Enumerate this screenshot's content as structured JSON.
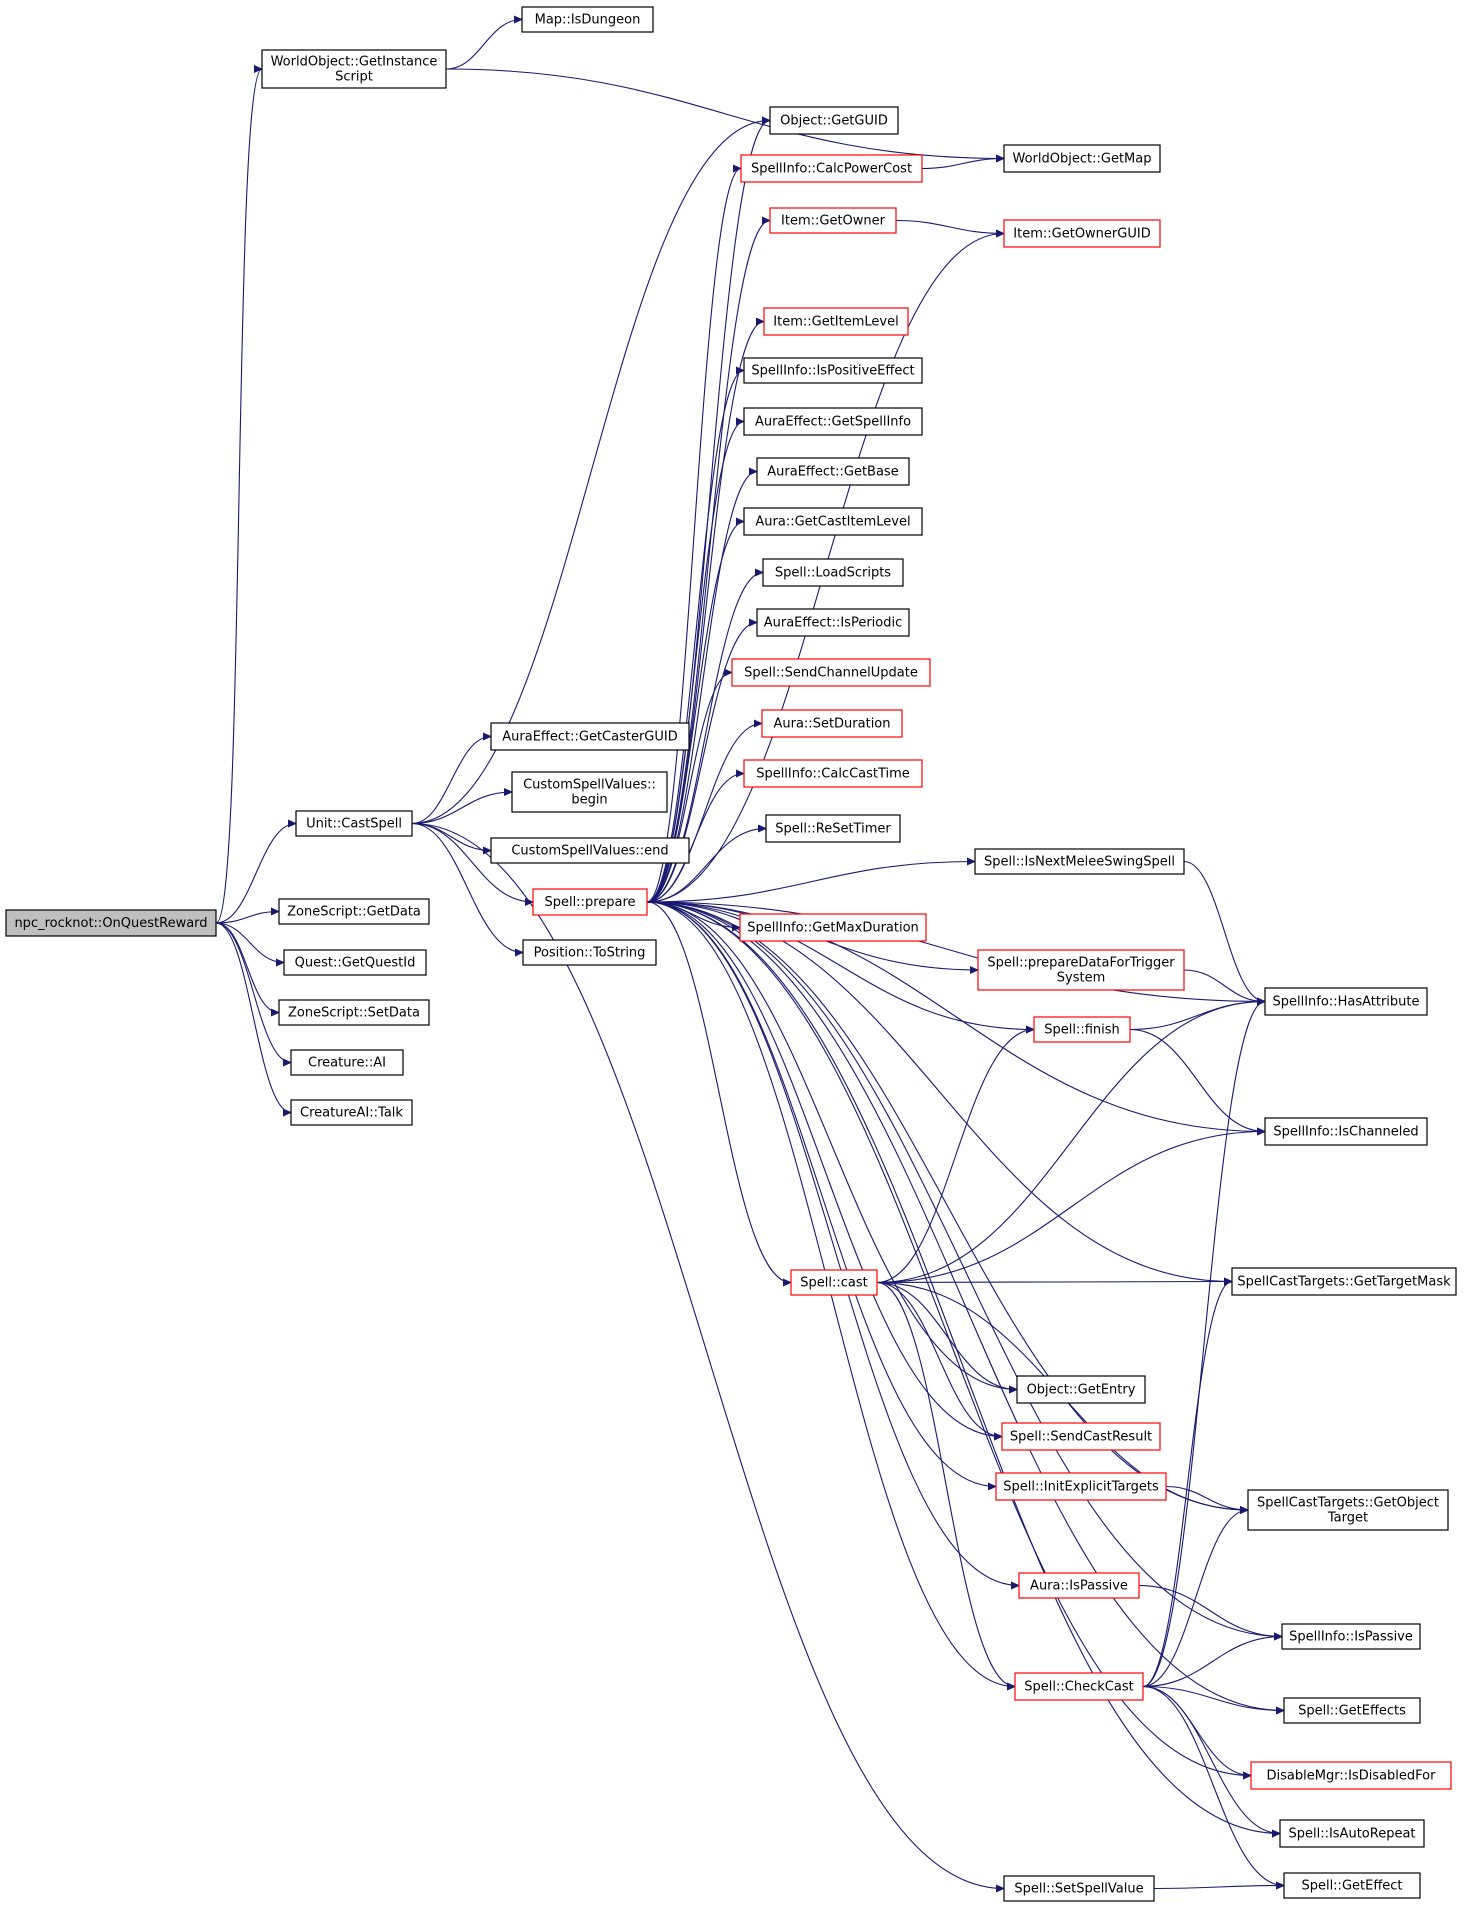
{
  "colors": {
    "edge": "#191970",
    "normal_border": "#000000",
    "truncated_border": "#ff0000",
    "root_fill": "#bfbfbf"
  },
  "nodes": [
    {
      "id": "root",
      "label": [
        "npc_rocknot::OnQuestReward"
      ],
      "style": "root"
    },
    {
      "id": "getinst",
      "label": [
        "WorldObject::GetInstance",
        "Script"
      ],
      "style": "normal"
    },
    {
      "id": "isdungeon",
      "label": [
        "Map::IsDungeon"
      ],
      "style": "normal"
    },
    {
      "id": "getmap",
      "label": [
        "WorldObject::GetMap"
      ],
      "style": "normal"
    },
    {
      "id": "castspell",
      "label": [
        "Unit::CastSpell"
      ],
      "style": "normal"
    },
    {
      "id": "zgetdata",
      "label": [
        "ZoneScript::GetData"
      ],
      "style": "normal"
    },
    {
      "id": "getquestid",
      "label": [
        "Quest::GetQuestId"
      ],
      "style": "normal"
    },
    {
      "id": "zsetdata",
      "label": [
        "ZoneScript::SetData"
      ],
      "style": "normal"
    },
    {
      "id": "creatureai",
      "label": [
        "Creature::AI"
      ],
      "style": "normal"
    },
    {
      "id": "talk",
      "label": [
        "CreatureAI::Talk"
      ],
      "style": "normal"
    },
    {
      "id": "getguid",
      "label": [
        "Object::GetGUID"
      ],
      "style": "normal"
    },
    {
      "id": "calcpower",
      "label": [
        "SpellInfo::CalcPowerCost"
      ],
      "style": "red"
    },
    {
      "id": "getowner",
      "label": [
        "Item::GetOwner"
      ],
      "style": "red"
    },
    {
      "id": "getownerguid",
      "label": [
        "Item::GetOwnerGUID"
      ],
      "style": "red"
    },
    {
      "id": "getitemlevel",
      "label": [
        "Item::GetItemLevel"
      ],
      "style": "red"
    },
    {
      "id": "ispositive",
      "label": [
        "SpellInfo::IsPositiveEffect"
      ],
      "style": "normal"
    },
    {
      "id": "aegetspellinfo",
      "label": [
        "AuraEffect::GetSpellInfo"
      ],
      "style": "normal"
    },
    {
      "id": "aegetbase",
      "label": [
        "AuraEffect::GetBase"
      ],
      "style": "normal"
    },
    {
      "id": "getcastitemlevel",
      "label": [
        "Aura::GetCastItemLevel"
      ],
      "style": "normal"
    },
    {
      "id": "loadscripts",
      "label": [
        "Spell::LoadScripts"
      ],
      "style": "normal"
    },
    {
      "id": "isperiodic",
      "label": [
        "AuraEffect::IsPeriodic"
      ],
      "style": "normal"
    },
    {
      "id": "sendchannel",
      "label": [
        "Spell::SendChannelUpdate"
      ],
      "style": "red"
    },
    {
      "id": "setduration",
      "label": [
        "Aura::SetDuration"
      ],
      "style": "red"
    },
    {
      "id": "calccasttime",
      "label": [
        "SpellInfo::CalcCastTime"
      ],
      "style": "red"
    },
    {
      "id": "resettimer",
      "label": [
        "Spell::ReSetTimer"
      ],
      "style": "normal"
    },
    {
      "id": "getcasterguid",
      "label": [
        "AuraEffect::GetCasterGUID"
      ],
      "style": "normal"
    },
    {
      "id": "csvbegin",
      "label": [
        "CustomSpellValues::",
        "begin"
      ],
      "style": "normal"
    },
    {
      "id": "csvend",
      "label": [
        "CustomSpellValues::end"
      ],
      "style": "normal"
    },
    {
      "id": "prepare",
      "label": [
        "Spell::prepare"
      ],
      "style": "red"
    },
    {
      "id": "tostring",
      "label": [
        "Position::ToString"
      ],
      "style": "normal"
    },
    {
      "id": "isnextmelee",
      "label": [
        "Spell::IsNextMeleeSwingSpell"
      ],
      "style": "normal"
    },
    {
      "id": "getmaxduration",
      "label": [
        "SpellInfo::GetMaxDuration"
      ],
      "style": "red"
    },
    {
      "id": "preparedata",
      "label": [
        "Spell::prepareDataForTrigger",
        "System"
      ],
      "style": "red"
    },
    {
      "id": "hasattribute",
      "label": [
        "SpellInfo::HasAttribute"
      ],
      "style": "normal"
    },
    {
      "id": "finish",
      "label": [
        "Spell::finish"
      ],
      "style": "red"
    },
    {
      "id": "ischanneled",
      "label": [
        "SpellInfo::IsChanneled"
      ],
      "style": "normal"
    },
    {
      "id": "cast",
      "label": [
        "Spell::cast"
      ],
      "style": "red"
    },
    {
      "id": "gettargetmask",
      "label": [
        "SpellCastTargets::GetTargetMask"
      ],
      "style": "normal"
    },
    {
      "id": "getentry",
      "label": [
        "Object::GetEntry"
      ],
      "style": "normal"
    },
    {
      "id": "sendcastresult",
      "label": [
        "Spell::SendCastResult"
      ],
      "style": "red"
    },
    {
      "id": "initexplicit",
      "label": [
        "Spell::InitExplicitTargets"
      ],
      "style": "red"
    },
    {
      "id": "getobjecttarget",
      "label": [
        "SpellCastTargets::GetObject",
        "Target"
      ],
      "style": "normal"
    },
    {
      "id": "aispassive",
      "label": [
        "Aura::IsPassive"
      ],
      "style": "red"
    },
    {
      "id": "siispassive",
      "label": [
        "SpellInfo::IsPassive"
      ],
      "style": "normal"
    },
    {
      "id": "checkcast",
      "label": [
        "Spell::CheckCast"
      ],
      "style": "red"
    },
    {
      "id": "geteffects",
      "label": [
        "Spell::GetEffects"
      ],
      "style": "normal"
    },
    {
      "id": "isdisabledfor",
      "label": [
        "DisableMgr::IsDisabledFor"
      ],
      "style": "red"
    },
    {
      "id": "isautorepeat",
      "label": [
        "Spell::IsAutoRepeat"
      ],
      "style": "normal"
    },
    {
      "id": "setspellvalue",
      "label": [
        "Spell::SetSpellValue"
      ],
      "style": "normal"
    },
    {
      "id": "geteffect",
      "label": [
        "Spell::GetEffect"
      ],
      "style": "normal"
    }
  ],
  "edges": [
    [
      "root",
      "getinst"
    ],
    [
      "root",
      "castspell"
    ],
    [
      "root",
      "zgetdata"
    ],
    [
      "root",
      "getquestid"
    ],
    [
      "root",
      "zsetdata"
    ],
    [
      "root",
      "creatureai"
    ],
    [
      "root",
      "talk"
    ],
    [
      "getinst",
      "isdungeon"
    ],
    [
      "getinst",
      "getmap"
    ],
    [
      "castspell",
      "getguid"
    ],
    [
      "castspell",
      "getcasterguid"
    ],
    [
      "castspell",
      "csvbegin"
    ],
    [
      "castspell",
      "csvend"
    ],
    [
      "castspell",
      "prepare"
    ],
    [
      "castspell",
      "tostring"
    ],
    [
      "castspell",
      "setspellvalue"
    ],
    [
      "calcpower",
      "getmap"
    ],
    [
      "getowner",
      "getownerguid"
    ],
    [
      "prepare",
      "getguid"
    ],
    [
      "prepare",
      "calcpower"
    ],
    [
      "prepare",
      "getowner"
    ],
    [
      "prepare",
      "getownerguid"
    ],
    [
      "prepare",
      "getitemlevel"
    ],
    [
      "prepare",
      "ispositive"
    ],
    [
      "prepare",
      "aegetspellinfo"
    ],
    [
      "prepare",
      "aegetbase"
    ],
    [
      "prepare",
      "getcastitemlevel"
    ],
    [
      "prepare",
      "loadscripts"
    ],
    [
      "prepare",
      "isperiodic"
    ],
    [
      "prepare",
      "sendchannel"
    ],
    [
      "prepare",
      "setduration"
    ],
    [
      "prepare",
      "calccasttime"
    ],
    [
      "prepare",
      "resettimer"
    ],
    [
      "prepare",
      "isnextmelee"
    ],
    [
      "prepare",
      "getmaxduration"
    ],
    [
      "prepare",
      "hasattribute"
    ],
    [
      "prepare",
      "preparedata"
    ],
    [
      "prepare",
      "finish"
    ],
    [
      "prepare",
      "ischanneled"
    ],
    [
      "prepare",
      "cast"
    ],
    [
      "prepare",
      "gettargetmask"
    ],
    [
      "prepare",
      "getentry"
    ],
    [
      "prepare",
      "sendcastresult"
    ],
    [
      "prepare",
      "initexplicit"
    ],
    [
      "prepare",
      "getobjecttarget"
    ],
    [
      "prepare",
      "aispassive"
    ],
    [
      "prepare",
      "siispassive"
    ],
    [
      "prepare",
      "checkcast"
    ],
    [
      "prepare",
      "geteffects"
    ],
    [
      "prepare",
      "isdisabledfor"
    ],
    [
      "prepare",
      "isautorepeat"
    ],
    [
      "isnextmelee",
      "hasattribute"
    ],
    [
      "preparedata",
      "hasattribute"
    ],
    [
      "finish",
      "hasattribute"
    ],
    [
      "finish",
      "ischanneled"
    ],
    [
      "cast",
      "finish"
    ],
    [
      "cast",
      "hasattribute"
    ],
    [
      "cast",
      "ischanneled"
    ],
    [
      "cast",
      "gettargetmask"
    ],
    [
      "cast",
      "getentry"
    ],
    [
      "cast",
      "sendcastresult"
    ],
    [
      "cast",
      "getobjecttarget"
    ],
    [
      "cast",
      "checkcast"
    ],
    [
      "initexplicit",
      "getobjecttarget"
    ],
    [
      "aispassive",
      "siispassive"
    ],
    [
      "checkcast",
      "hasattribute"
    ],
    [
      "checkcast",
      "gettargetmask"
    ],
    [
      "checkcast",
      "getobjecttarget"
    ],
    [
      "checkcast",
      "siispassive"
    ],
    [
      "checkcast",
      "geteffects"
    ],
    [
      "checkcast",
      "isdisabledfor"
    ],
    [
      "checkcast",
      "isautorepeat"
    ],
    [
      "checkcast",
      "geteffect"
    ],
    [
      "setspellvalue",
      "geteffect"
    ]
  ]
}
